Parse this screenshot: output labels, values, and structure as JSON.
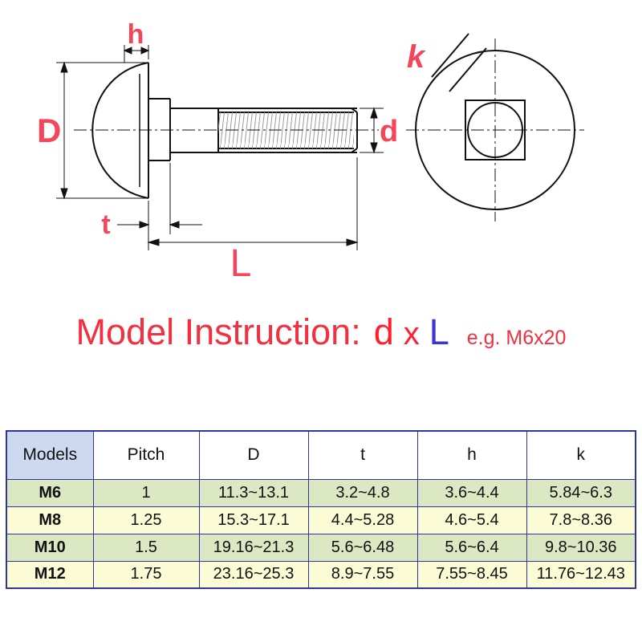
{
  "diagram": {
    "labels": {
      "D": "D",
      "h": "h",
      "t": "t",
      "L": "L",
      "d": "d",
      "k": "k"
    }
  },
  "title": {
    "main": "Model Instruction:",
    "d": "d",
    "x": "x",
    "L": "L",
    "example": "e.g. M6x20"
  },
  "table": {
    "headers": [
      "Models",
      "Pitch",
      "D",
      "t",
      "h",
      "k"
    ],
    "rows": [
      [
        "M6",
        "1",
        "11.3~13.1",
        "3.2~4.8",
        "3.6~4.4",
        "5.84~6.3"
      ],
      [
        "M8",
        "1.25",
        "15.3~17.1",
        "4.4~5.28",
        "4.6~5.4",
        "7.8~8.36"
      ],
      [
        "M10",
        "1.5",
        "19.16~21.3",
        "5.6~6.48",
        "5.6~6.4",
        "9.8~10.36"
      ],
      [
        "M12",
        "1.75",
        "23.16~25.3",
        "8.9~7.55",
        "7.55~8.45",
        "11.76~12.43"
      ]
    ]
  },
  "colors": {
    "label_pink": "#f4455a",
    "title_red": "#f2303f",
    "title_blue": "#3a35d8",
    "line_black": "#111111",
    "table_border": "#2f3699",
    "header_blue": "#ccd9f0",
    "row_green": "#dce7c4",
    "row_yellow": "#fbfcd6"
  }
}
